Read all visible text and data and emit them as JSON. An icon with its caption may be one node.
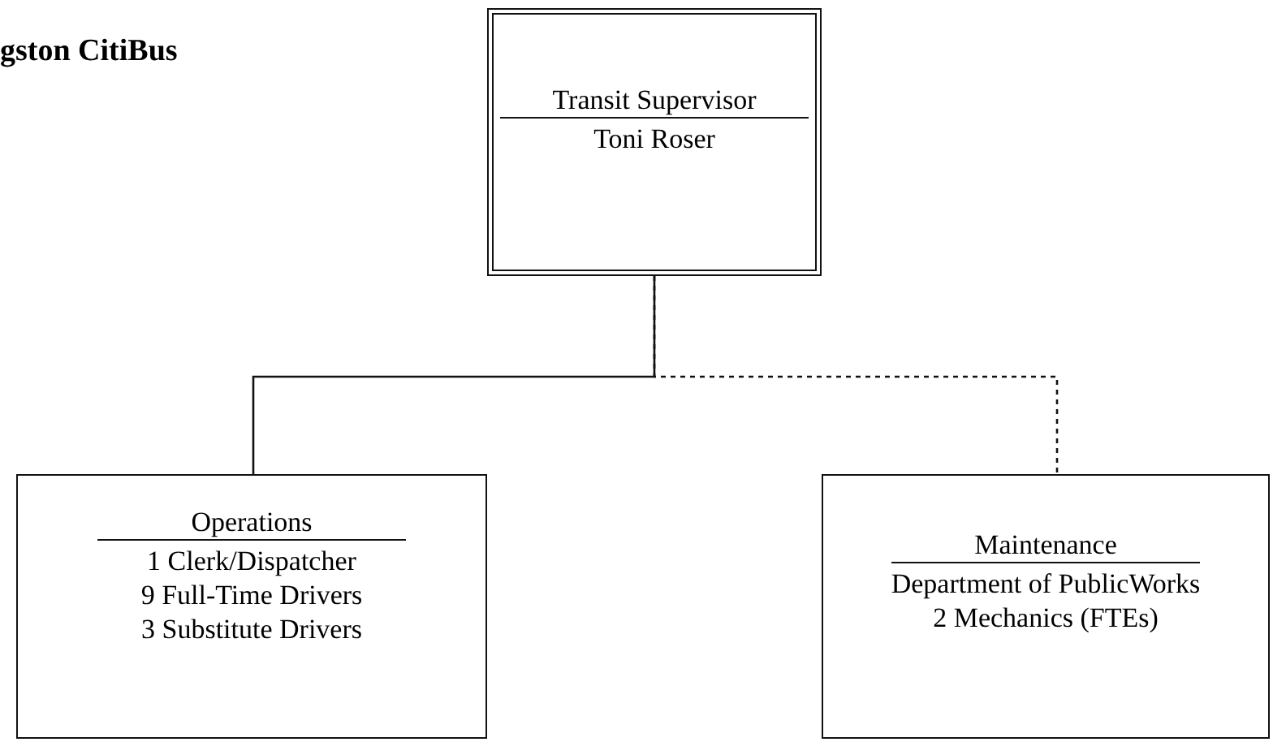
{
  "diagram": {
    "title": "gston CitiBus",
    "nodes": [
      {
        "text": [
          "Transit Supervisor",
          "Toni Roser"
        ]
      },
      {
        "text": [
          "Operations",
          "1 Clerk/Dispatcher",
          "9 Full-Time Drivers",
          "3 Substitute Drivers"
        ]
      },
      {
        "text": [
          "Maintenance",
          "Department of PublicWorks",
          "2 Mechanics (FTEs)"
        ]
      }
    ],
    "edges": [
      {
        "from": 0,
        "to": 1,
        "arrow": "none"
      },
      {
        "from": 0,
        "to": 2,
        "arrow": "none",
        "style": "dashed"
      }
    ]
  }
}
